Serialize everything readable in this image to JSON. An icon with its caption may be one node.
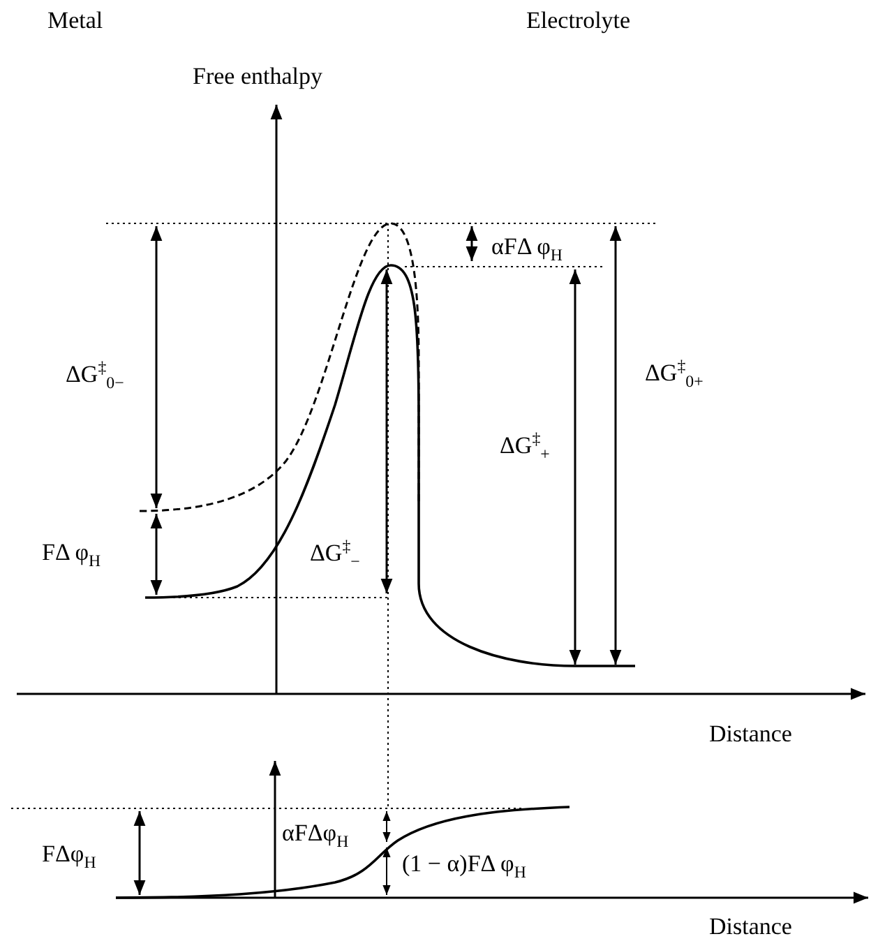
{
  "diagram": {
    "labels": [
      "Metal",
      "Electrolyte",
      "Free enthalpy",
      "ΔG$^{‡}$$_{0−}$",
      "αFΔ φ$_{H}$",
      "ΔG$^{‡}$$_{0+}$",
      "ΔG$^{‡}$$_{+}$",
      "FΔ φ$_{H}$",
      "ΔG$^{‡}$$_{−}$",
      "Distance",
      "FΔφ$_{H}$",
      "αFΔφ$_{H}$",
      "(1 − α)FΔ φ$_{H}$",
      "Distance"
    ]
  }
}
